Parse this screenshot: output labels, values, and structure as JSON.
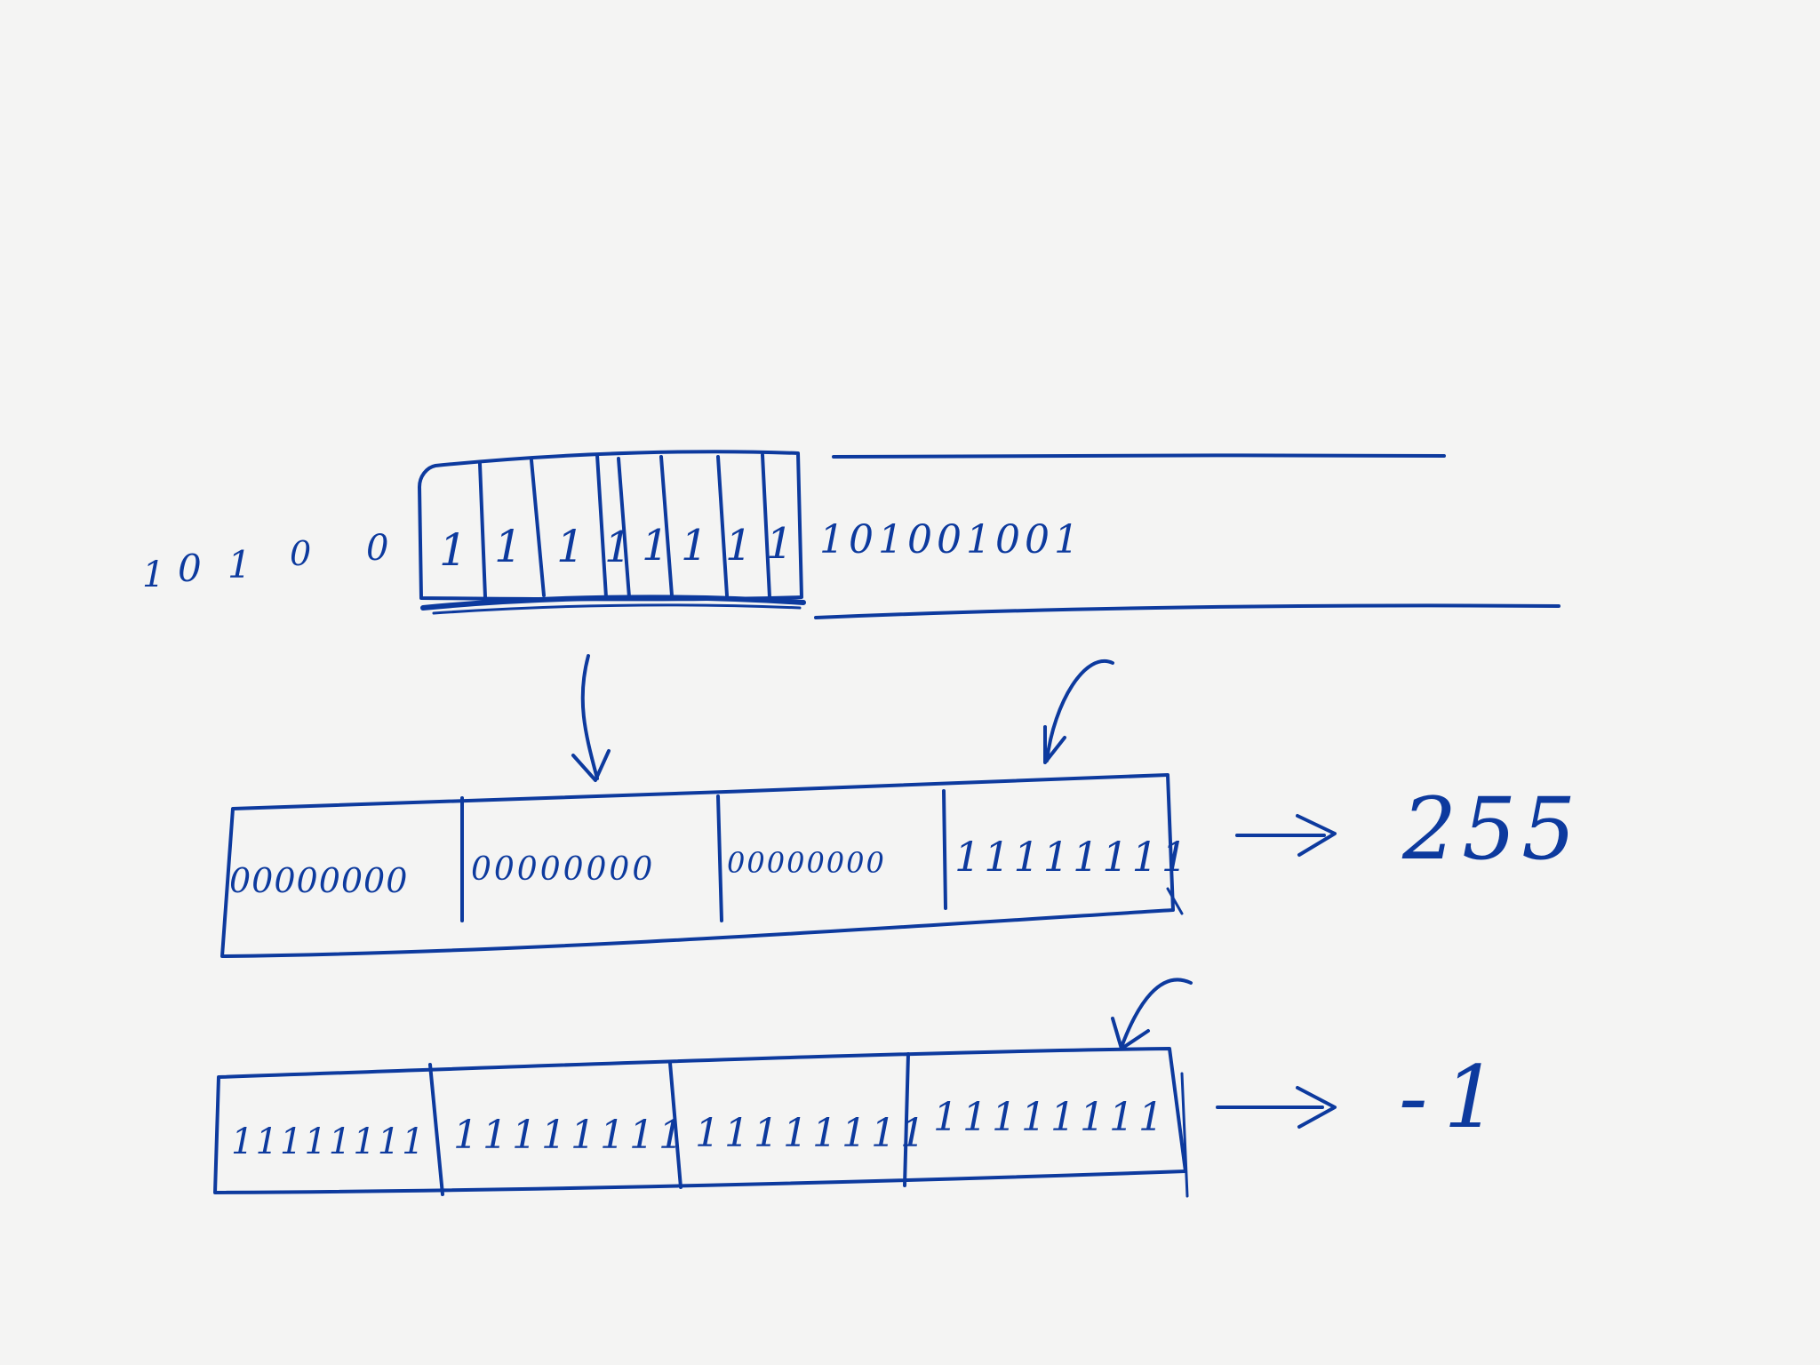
{
  "colors": {
    "ink": "#0d3a9e",
    "paper": "#f4f4f3"
  },
  "stream": {
    "left_bits": [
      "1",
      "0",
      "1",
      "0",
      "0"
    ],
    "byte_bits": [
      "1",
      "1",
      "1",
      "1",
      "1",
      "1",
      "1",
      "1"
    ],
    "right_bits": "101001001"
  },
  "unsigned_row": {
    "bytes": [
      "00000000",
      "00000000",
      "00000000",
      "11111111"
    ],
    "result": "255"
  },
  "signed_row": {
    "bytes": [
      "11111111",
      "11111111",
      "11111111",
      "11111111"
    ],
    "result": "-1"
  }
}
